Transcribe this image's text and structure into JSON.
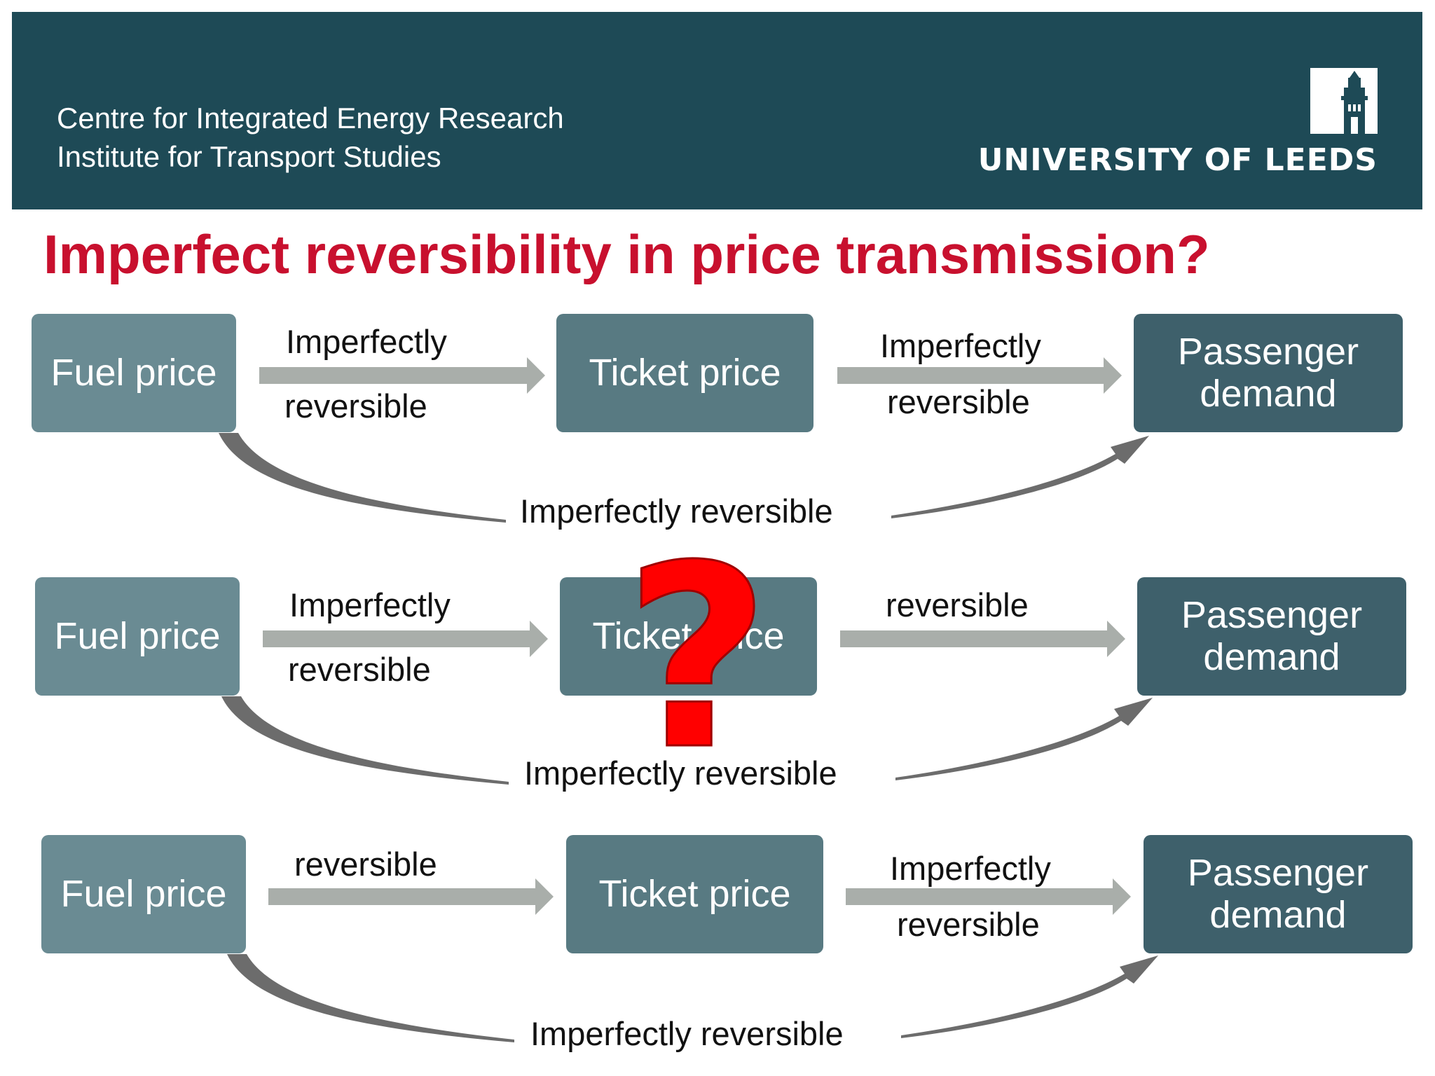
{
  "header": {
    "line1": "Centre for Integrated Energy Research",
    "line2": "Institute for Transport Studies",
    "logo_text": "UNIVERSITY OF LEEDS",
    "background": "#1e4a56"
  },
  "title": "Imperfect reversibility in price transmission?",
  "title_color": "#c8102e",
  "rows": [
    {
      "fuel": "Fuel price",
      "ticket": "Ticket price",
      "demand_1": "Passenger",
      "demand_2": "demand",
      "arrow1_top": "Imperfectly",
      "arrow1_bottom": "reversible",
      "arrow2_top": "Imperfectly",
      "arrow2_bottom": "reversible",
      "curve_label": "Imperfectly reversible"
    },
    {
      "fuel": "Fuel price",
      "ticket": "Ticket price",
      "demand_1": "Passenger",
      "demand_2": "demand",
      "arrow1_top": "Imperfectly",
      "arrow1_bottom": "reversible",
      "arrow2_top": "reversible",
      "arrow2_bottom": "",
      "curve_label": "Imperfectly reversible"
    },
    {
      "fuel": "Fuel price",
      "ticket": "Ticket price",
      "demand_1": "Passenger",
      "demand_2": "demand",
      "arrow1_top": "reversible",
      "arrow1_bottom": "",
      "arrow2_top": "Imperfectly",
      "arrow2_bottom": "reversible",
      "curve_label": "Imperfectly reversible"
    }
  ],
  "question_mark": "?",
  "colors": {
    "fuel_box": "#6a8b93",
    "ticket_box": "#587a82",
    "demand_box": "#3e606b",
    "arrow": "#a9aeaa",
    "curve": "#6c6c6c",
    "question": "#ff0000"
  },
  "icons": [
    "university-tower-icon",
    "question-mark-icon"
  ]
}
